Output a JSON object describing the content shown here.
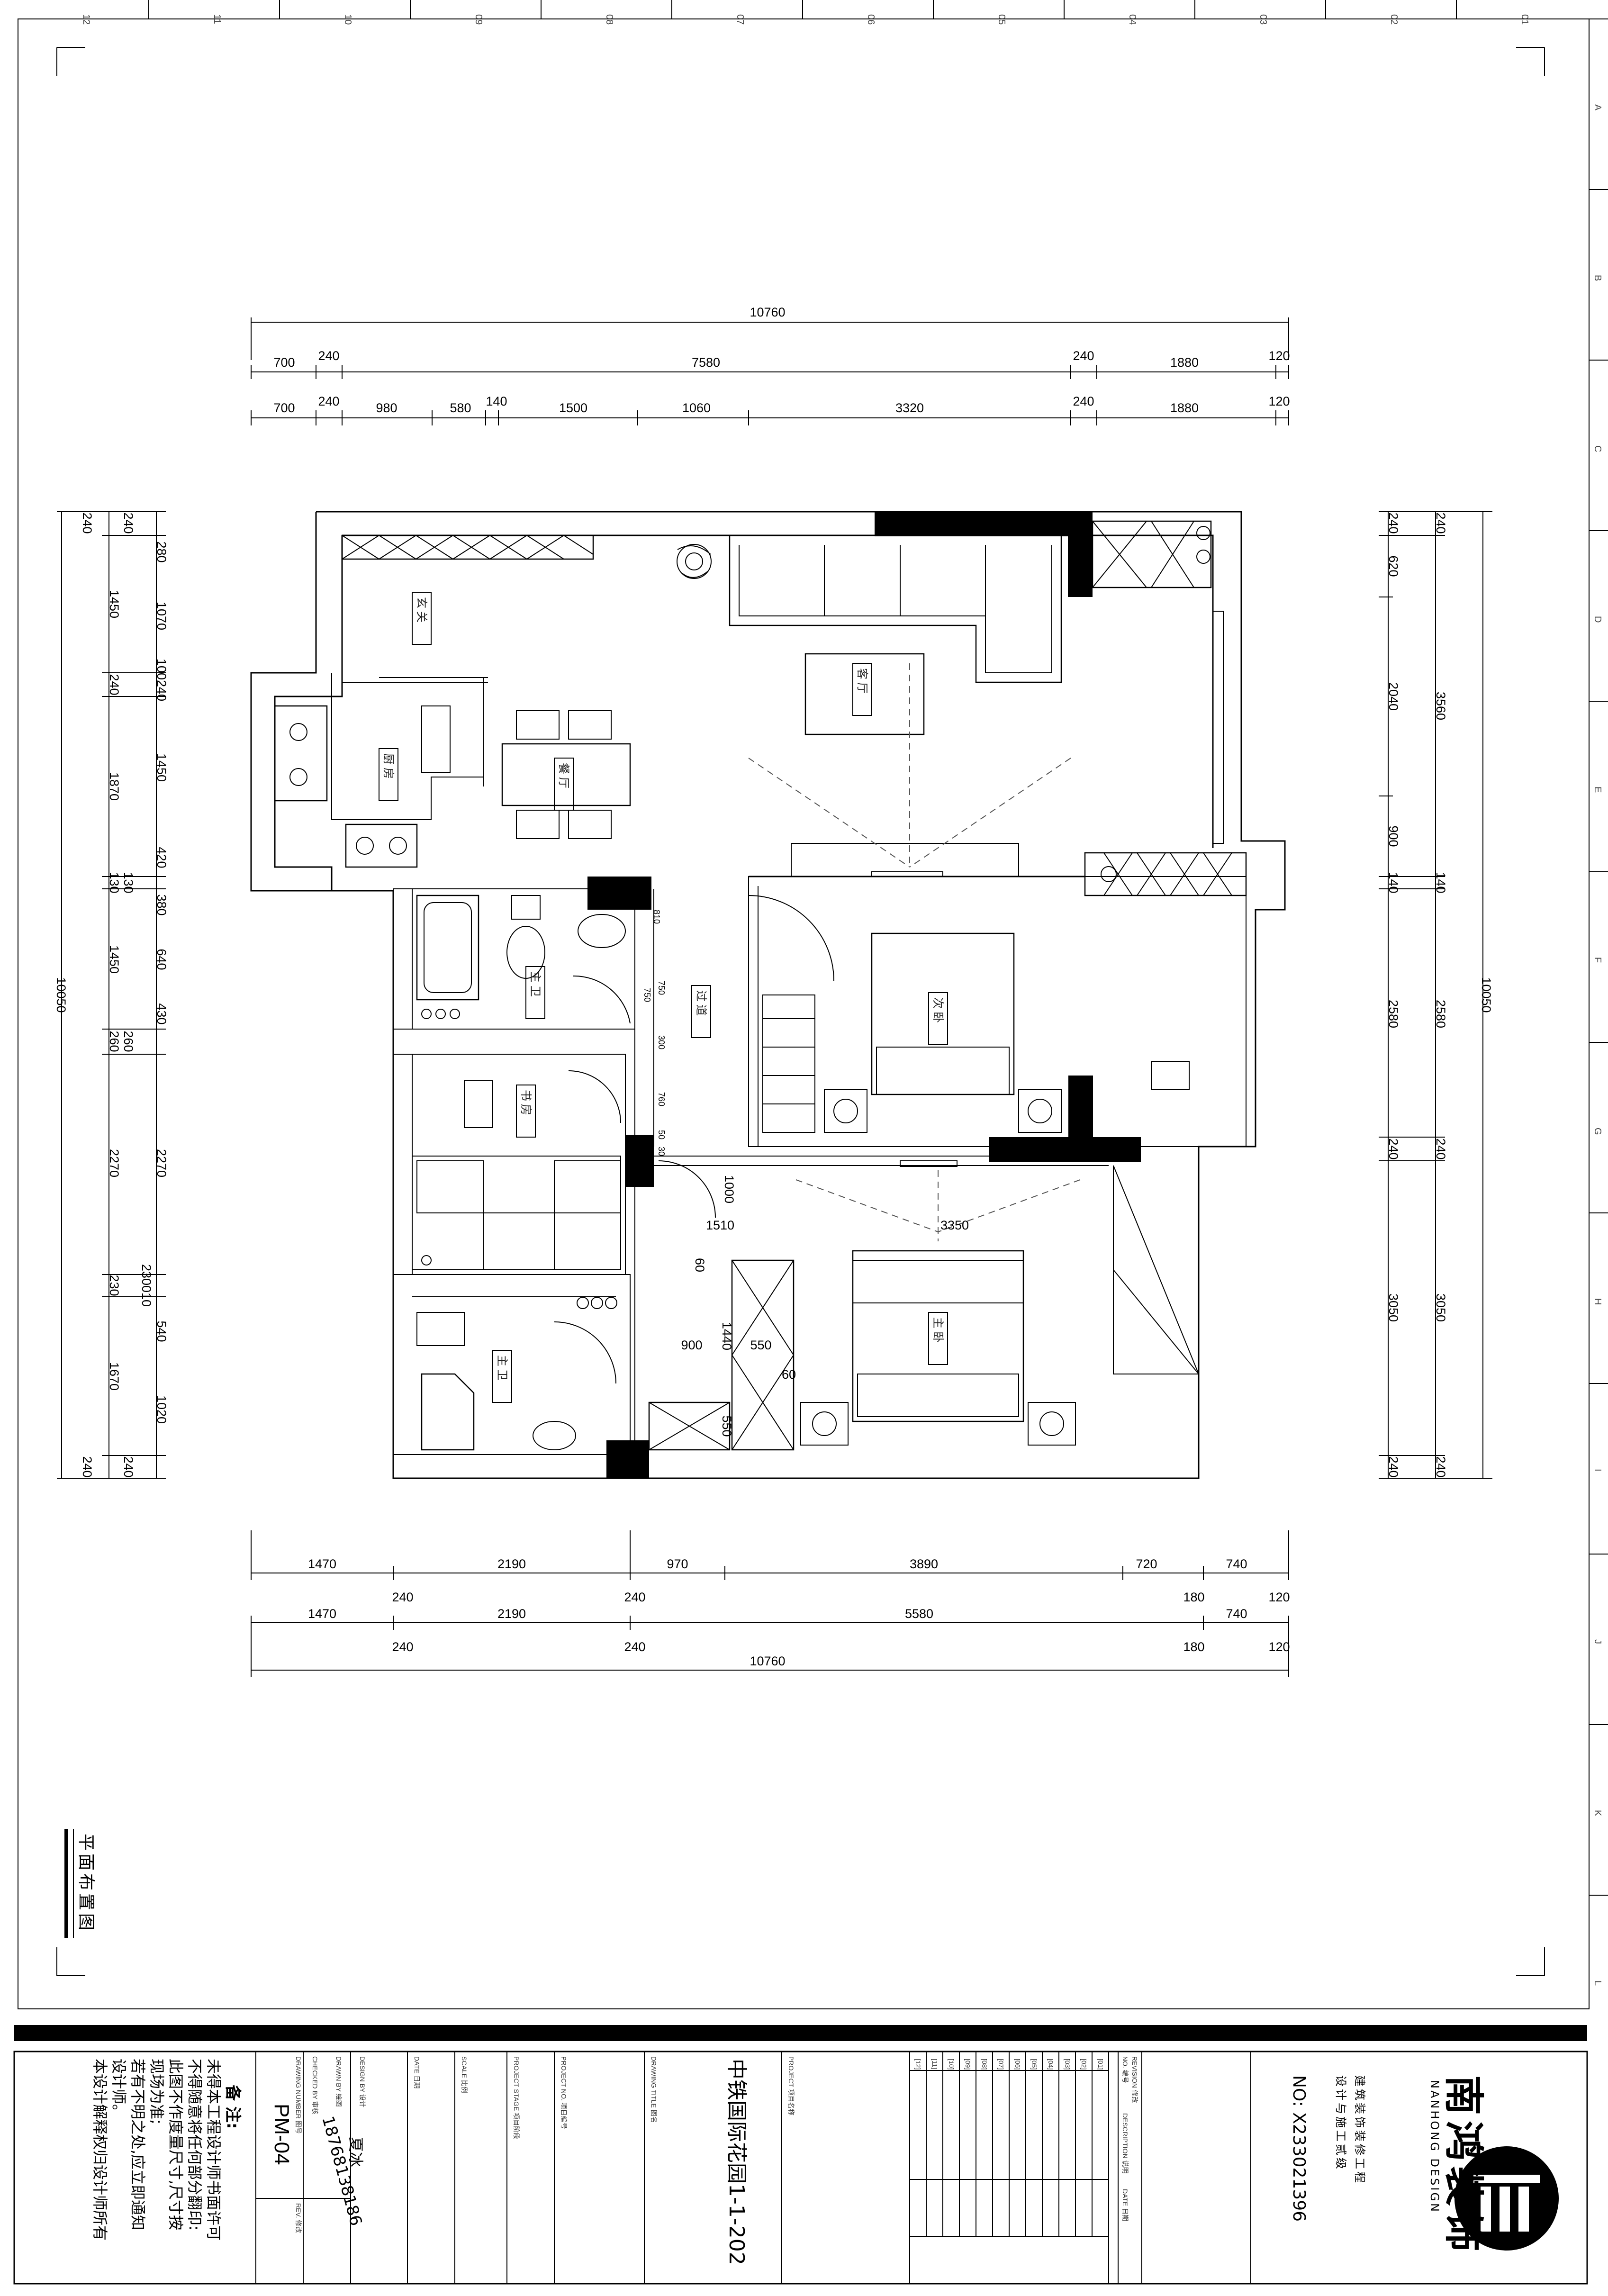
{
  "grid": {
    "top": [
      "12",
      "11",
      "10",
      "09",
      "08",
      "07",
      "06",
      "05",
      "04",
      "03",
      "02",
      "01"
    ],
    "right": [
      "A",
      "B",
      "C",
      "D",
      "E",
      "F",
      "G",
      "H",
      "I",
      "J",
      "K",
      "L"
    ]
  },
  "dims": {
    "top_total": "10760",
    "top_row1": [
      "700",
      "240",
      "7580",
      "240",
      "1880",
      "120"
    ],
    "top_row2": [
      "700",
      "240",
      "980",
      "580",
      "140",
      "1500",
      "1060",
      "3320",
      "240",
      "1880",
      "120"
    ],
    "bottom_row1": [
      "1470",
      "2190",
      "970",
      "3890",
      "720",
      "740"
    ],
    "bottom_row2": [
      "240",
      "240",
      "180",
      "120"
    ],
    "bottom_row3": [
      "1470",
      "2190",
      "5580",
      "740"
    ],
    "bottom_row4": [
      "240",
      "240",
      "180",
      "120"
    ],
    "bottom_total": "10760",
    "left_outer": [
      "240",
      "1450",
      "240",
      "1870",
      "130",
      "1450",
      "260",
      "2270",
      "230",
      "1670",
      "240"
    ],
    "left_inner": [
      "240",
      "280",
      "1070",
      "100240",
      "1450",
      "420",
      "130",
      "380",
      "640",
      "430",
      "260",
      "2270",
      "230010",
      "540",
      "1020",
      "240"
    ],
    "left_total": "10050",
    "right_inner": [
      "240",
      "620",
      "2040",
      "900",
      "140",
      "2580",
      "240",
      "3050",
      "240"
    ],
    "right_outer": [
      "240",
      "3560",
      "140",
      "2580",
      "240",
      "3050",
      "240"
    ],
    "right_total": "10050",
    "interior": [
      "1000",
      "1510",
      "3350",
      "60",
      "1440",
      "900",
      "550",
      "60",
      "550",
      "810",
      "750",
      "760",
      "300",
      "750",
      "50",
      "30"
    ]
  },
  "rooms": {
    "foyer": "玄关",
    "living": "客厅",
    "dining": "餐厅",
    "kitchen": "厨房",
    "bath1": "主卫",
    "corridor": "过道",
    "secondary_bed": "次卧",
    "study": "书房",
    "bath2": "主卫",
    "master_bed": "主卧"
  },
  "plan_title": "平面布置图",
  "title_block": {
    "company_cn": "南鸿装饰",
    "company_en": "NANHONG DESIGN",
    "slogan1": "建筑装饰装修工程",
    "slogan2": "设计与施工贰级",
    "cert_no": "NO: X233021396",
    "revision_header": [
      "REVISION 修改",
      "NO. 编号",
      "DESCRIPTION 说明",
      "DATE 日期"
    ],
    "revision_rows": [
      "[01]",
      "[02]",
      "[03]",
      "[04]",
      "[05]",
      "[06]",
      "[07]",
      "[08]",
      "[09]",
      "[10]",
      "[11]",
      "[12]"
    ],
    "project_label": "PROJECT 项目名称",
    "project_name": "中铁国际花园1-1-202",
    "drawing_title_label": "DRAWING TITLE 图名",
    "project_no_label": "PROJECT NO. 项目编号",
    "project_stage_label": "PROJECT STAGE 项目阶段",
    "scale_label": "SCALE 比例",
    "date_label": "DATE 日期",
    "design_by_label": "DESIGN BY 设计",
    "drawn_by_label": "DRAWN BY 绘图",
    "checked_by_label": "CHECKED BY 审核",
    "designer_name": "夏冰",
    "designer_phone": "18768138186",
    "drawing_number_label": "DRAWING NUMBER 图号",
    "drawing_number": "PM-04",
    "rev_label": "REV. 修改",
    "notes_title": "备 注:",
    "notes": [
      "未得本工程设计师书面许可",
      "不得随意将任何部分翻印:",
      "此图不作度量尺寸,尺寸按",
      "现场为准;",
      "若有不明之处,应立即通知",
      "设计师。",
      "本设计解释权归设计师所有"
    ]
  }
}
